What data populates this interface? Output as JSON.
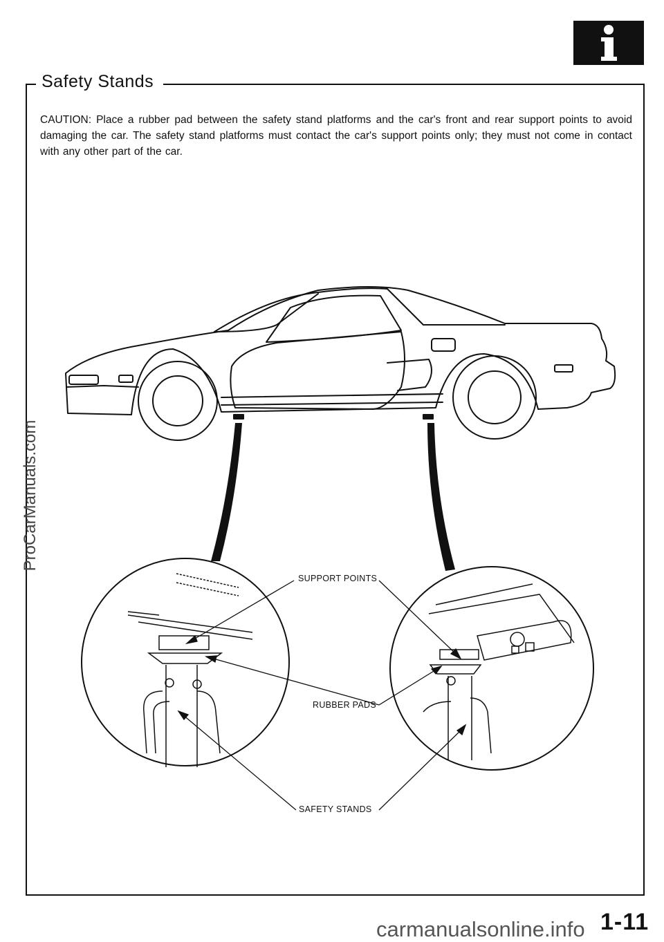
{
  "section": {
    "title": "Safety Stands"
  },
  "caution": {
    "text": "CAUTION:  Place a rubber pad between the safety stand platforms and the car's front and rear support points to avoid damaging the car. The safety stand platforms must contact the car's support points only; they must not come in contact with any other part of the car."
  },
  "labels": {
    "support_points": "SUPPORT POINTS",
    "rubber_pads": "RUBBER PADS",
    "safety_stands": "SAFETY STANDS"
  },
  "watermark": "ProCarManuals.com",
  "page_number": "1-11",
  "footer_site": "carmanualsonline.info",
  "icons": {
    "header": "info-icon"
  }
}
